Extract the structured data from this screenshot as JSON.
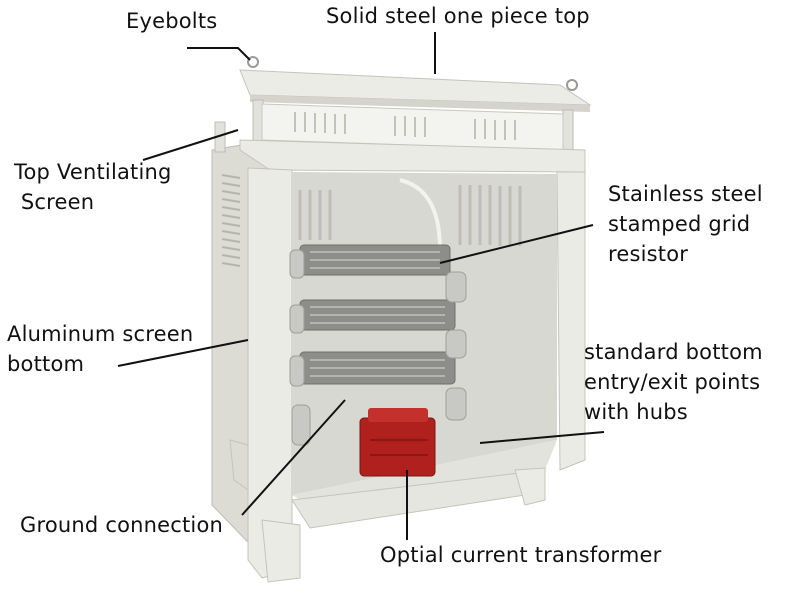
{
  "labels": {
    "eyebolts": "Eyebolts",
    "solid_top": "Solid steel one piece top",
    "top_screen_line1": "Top Ventilating",
    "top_screen_line2": " Screen",
    "grid_resistor_line1": "Stainless steel",
    "grid_resistor_line2": "stamped grid",
    "grid_resistor_line3": "resistor",
    "aluminum_bottom_line1": "Aluminum screen",
    "aluminum_bottom_line2": "bottom",
    "bottom_entry_line1": "standard bottom",
    "bottom_entry_line2": "entry/exit points",
    "bottom_entry_line3": "with hubs",
    "ground_connection": "Ground connection",
    "current_transformer": "Optial current transformer"
  },
  "colors": {
    "cabinet": "#e9e9e3",
    "cabinet_shadow": "#cfcfc8",
    "interior": "#d9d9d4",
    "resistor_grid": "#8a8a86",
    "ceramic": "#c9c9c6",
    "transformer": "#b0211e",
    "leader_line": "#111111"
  }
}
